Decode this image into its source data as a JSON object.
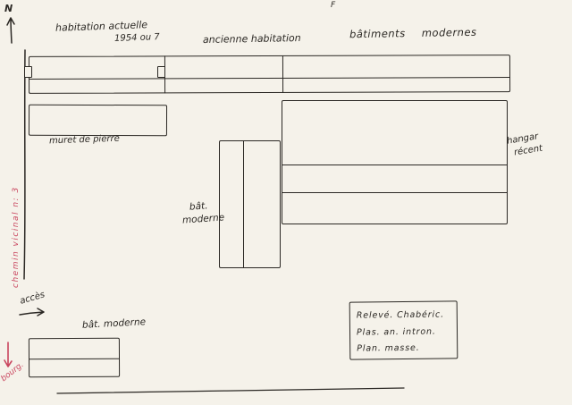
{
  "palette": {
    "paper": "#f5f2ea",
    "ink": "#2b2824",
    "red": "#c9465f"
  },
  "compass": {
    "label": "N"
  },
  "page_mark": "F",
  "annotations": {
    "habitation_actuelle": "habitation actuelle",
    "habitation_date": "1954 ou 7",
    "ancienne_habitation": "ancienne habitation",
    "batiments_modernes": "bâtiments modernes",
    "muret_de_pierre": "muret de pierre",
    "bat_moderne_center": [
      "bât.",
      "moderne"
    ],
    "hangar_recent": [
      "hangar",
      "récent"
    ],
    "chemin_vicinal": "chemin vicinal n: 3",
    "acces": "accès",
    "bat_moderne_sud": "bât. moderne",
    "bourg": "bourg."
  },
  "legend": {
    "lines": [
      "Relevé. Chabéric.",
      "Plas. an. intron.",
      "Plan. masse."
    ]
  }
}
